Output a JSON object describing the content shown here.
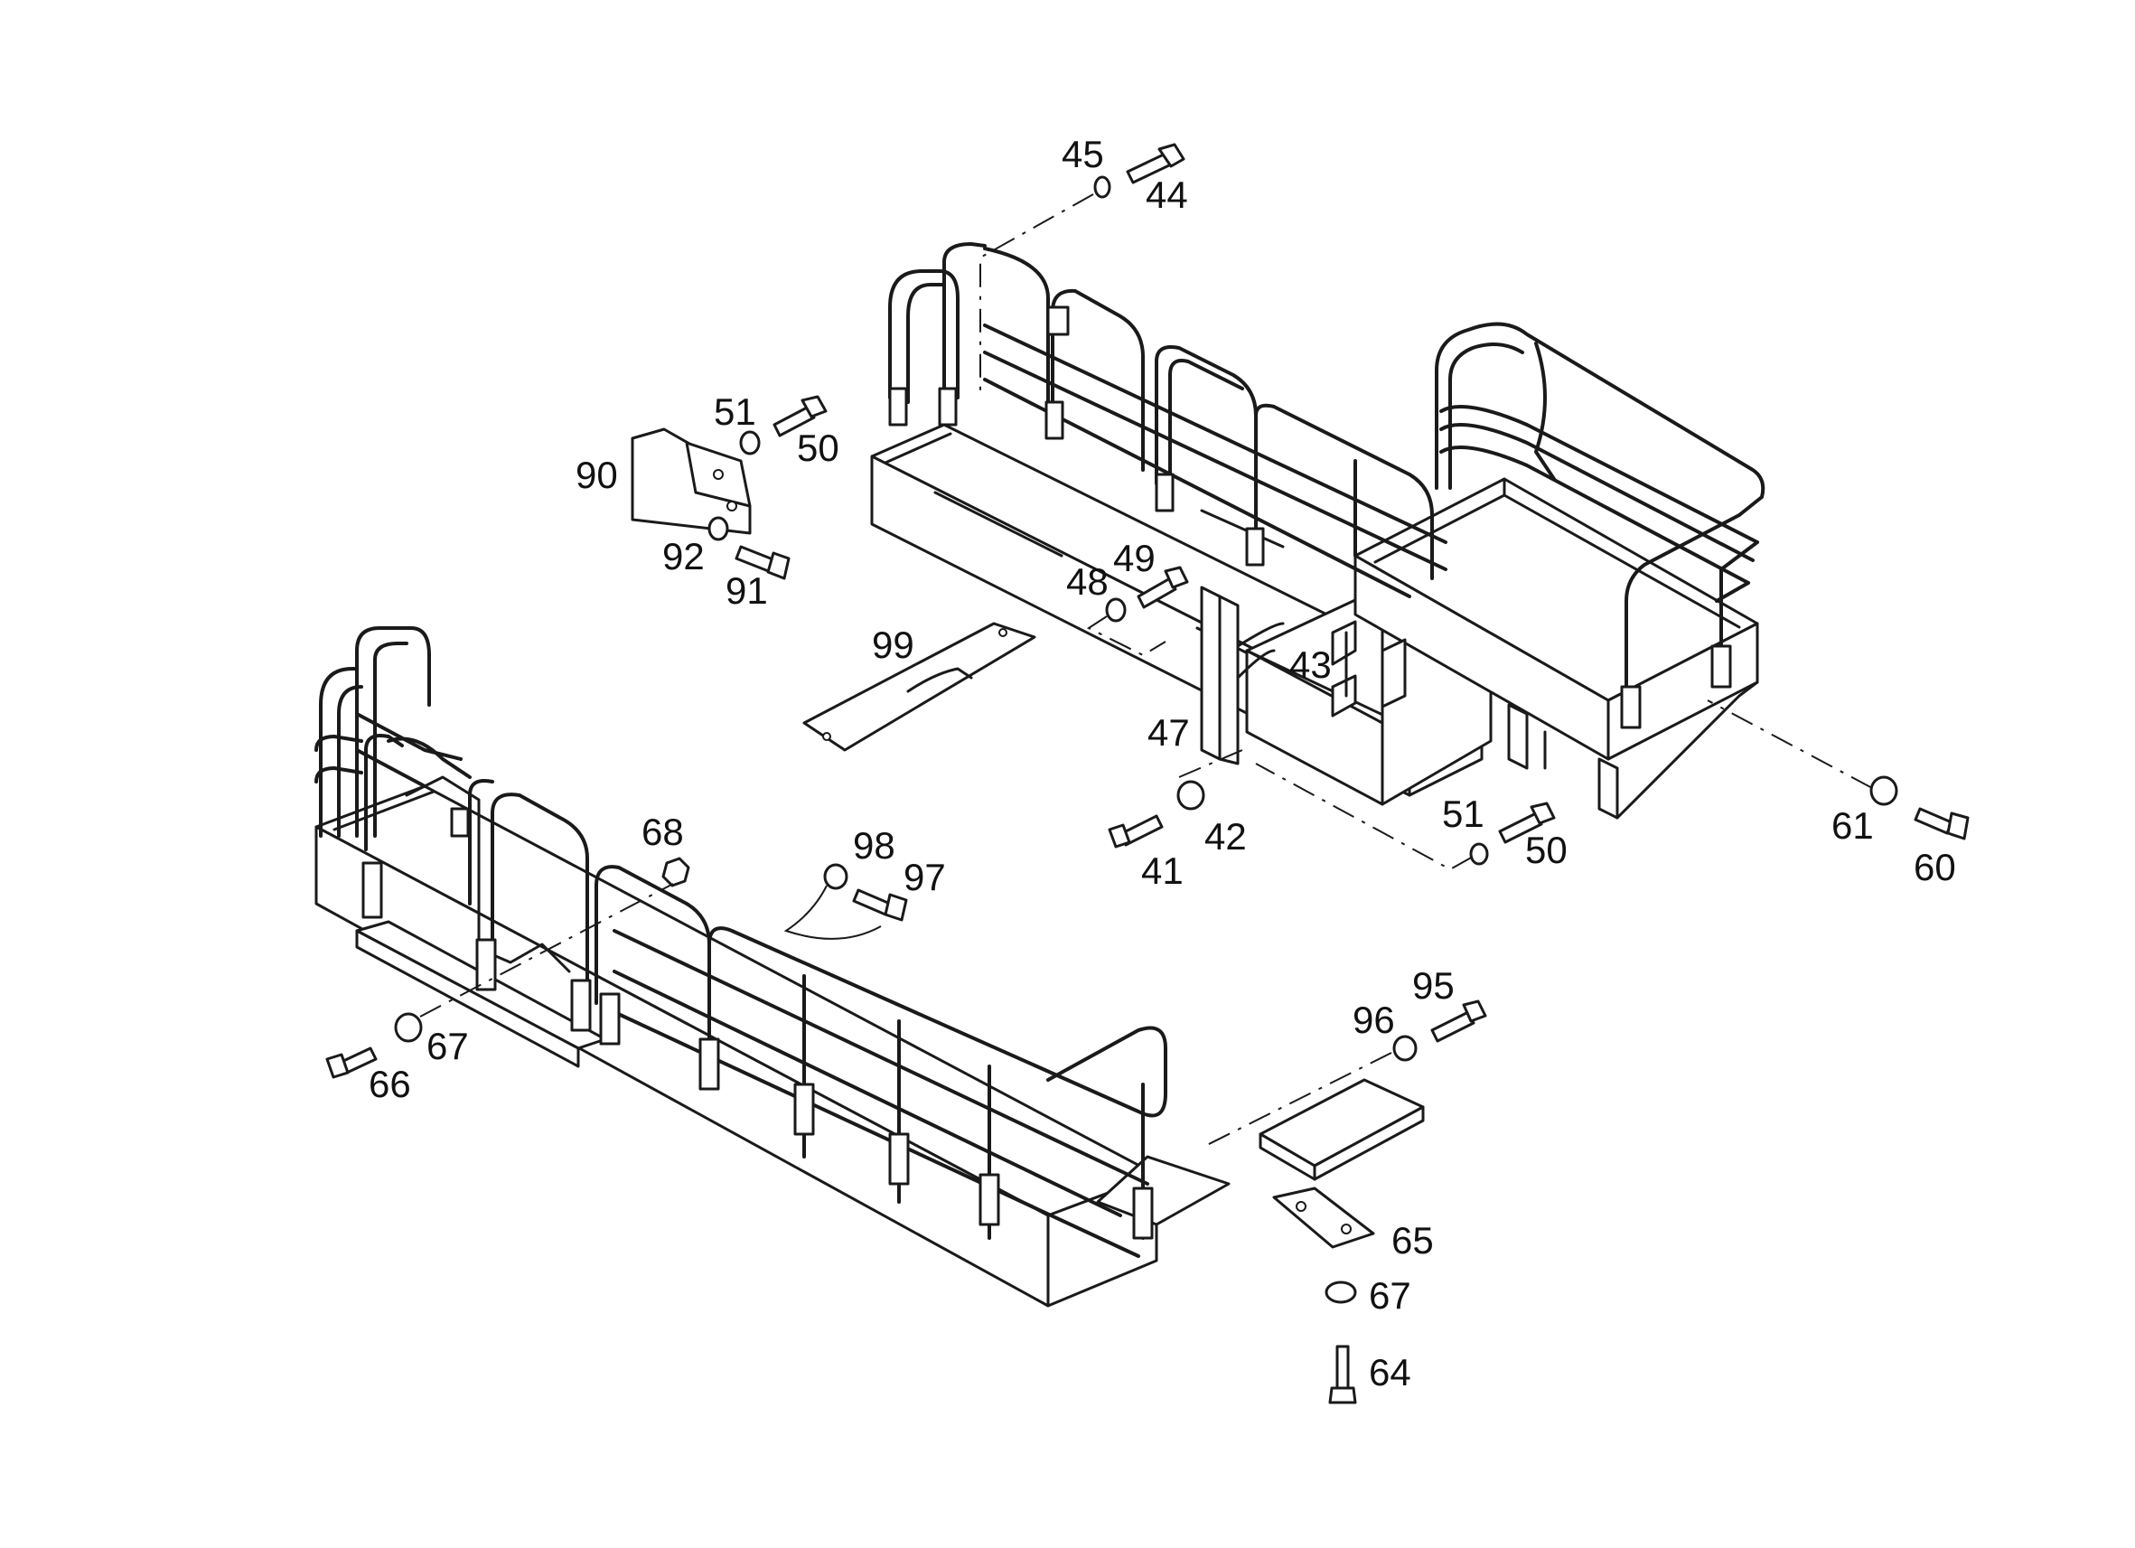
{
  "diagram": {
    "type": "exploded parts drawing",
    "colors": {
      "line": "#1a1a1a",
      "background": "#ffffff"
    },
    "callouts": [
      {
        "id": "c45",
        "text": "45"
      },
      {
        "id": "c44",
        "text": "44"
      },
      {
        "id": "c51a",
        "text": "51"
      },
      {
        "id": "c50a",
        "text": "50"
      },
      {
        "id": "c90",
        "text": "90"
      },
      {
        "id": "c92",
        "text": "92"
      },
      {
        "id": "c91",
        "text": "91"
      },
      {
        "id": "c49",
        "text": "49"
      },
      {
        "id": "c48",
        "text": "48"
      },
      {
        "id": "c99",
        "text": "99"
      },
      {
        "id": "c43",
        "text": "43"
      },
      {
        "id": "c47",
        "text": "47"
      },
      {
        "id": "c42",
        "text": "42"
      },
      {
        "id": "c41",
        "text": "41"
      },
      {
        "id": "c51b",
        "text": "51"
      },
      {
        "id": "c50b",
        "text": "50"
      },
      {
        "id": "c61",
        "text": "61"
      },
      {
        "id": "c60",
        "text": "60"
      },
      {
        "id": "c68",
        "text": "68"
      },
      {
        "id": "c98",
        "text": "98"
      },
      {
        "id": "c97",
        "text": "97"
      },
      {
        "id": "c67a",
        "text": "67"
      },
      {
        "id": "c66",
        "text": "66"
      },
      {
        "id": "c95",
        "text": "95"
      },
      {
        "id": "c96",
        "text": "96"
      },
      {
        "id": "c65",
        "text": "65"
      },
      {
        "id": "c67b",
        "text": "67"
      },
      {
        "id": "c64",
        "text": "64"
      }
    ]
  }
}
